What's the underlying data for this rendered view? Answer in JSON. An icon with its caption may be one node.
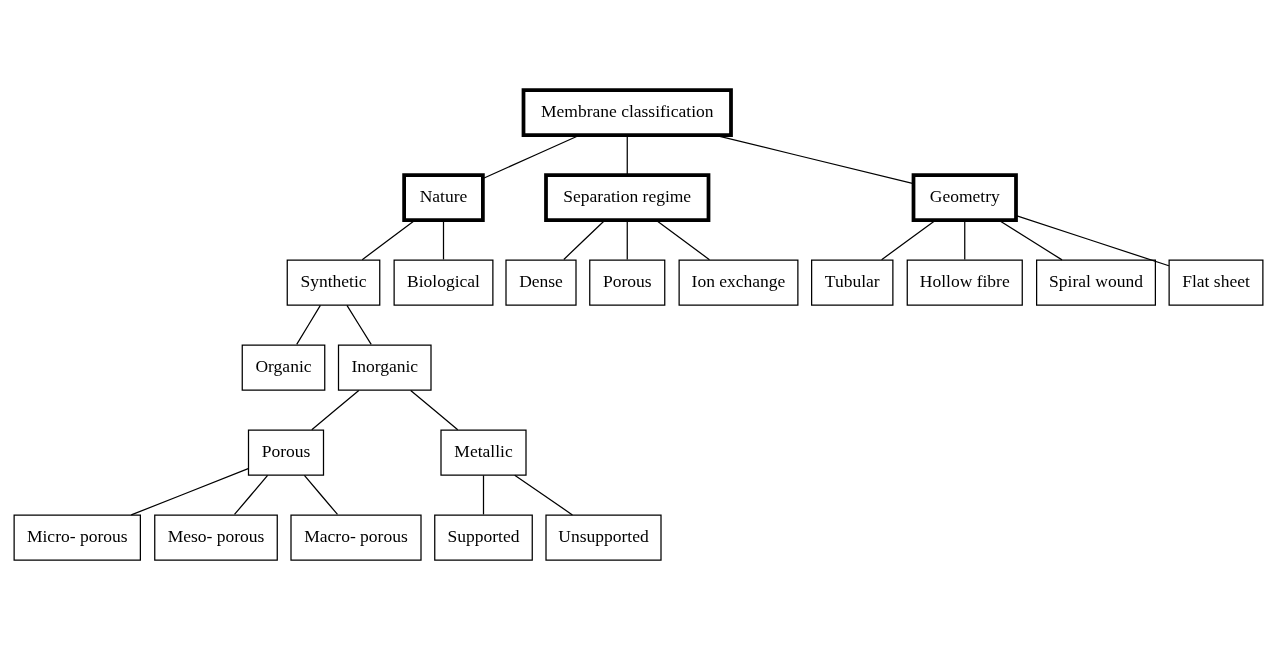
{
  "diagram": {
    "nodes": [
      {
        "text": [
          "Membrane classification"
        ]
      },
      {
        "text": [
          "Nature"
        ]
      },
      {
        "text": [
          "Separation regime"
        ]
      },
      {
        "text": [
          "Geometry"
        ]
      },
      {
        "text": [
          "Synthetic"
        ]
      },
      {
        "text": [
          "Biological"
        ]
      },
      {
        "text": [
          "Organic"
        ]
      },
      {
        "text": [
          "Inorganic"
        ]
      },
      {
        "text": [
          "Porous"
        ]
      },
      {
        "text": [
          "Metallic"
        ]
      },
      {
        "text": [
          "Micro- porous"
        ]
      },
      {
        "text": [
          "Meso- porous"
        ]
      },
      {
        "text": [
          "Macro- porous"
        ]
      },
      {
        "text": [
          "Supported"
        ]
      },
      {
        "text": [
          "Unsupported"
        ]
      },
      {
        "text": [
          "Dense"
        ]
      },
      {
        "text": [
          "Porous"
        ]
      },
      {
        "text": [
          "Ion exchange"
        ]
      },
      {
        "text": [
          "Tubular"
        ]
      },
      {
        "text": [
          "Hollow fibre"
        ]
      },
      {
        "text": [
          "Spiral wound"
        ]
      },
      {
        "text": [
          "Flat sheet"
        ]
      }
    ],
    "edges": [
      {
        "from": 0,
        "to": 1,
        "arrow": "none"
      },
      {
        "from": 0,
        "to": 2,
        "arrow": "none"
      },
      {
        "from": 0,
        "to": 3,
        "arrow": "none"
      },
      {
        "from": 1,
        "to": 4,
        "arrow": "none"
      },
      {
        "from": 1,
        "to": 5,
        "arrow": "none"
      },
      {
        "from": 4,
        "to": 6,
        "arrow": "none"
      },
      {
        "from": 4,
        "to": 7,
        "arrow": "none"
      },
      {
        "from": 7,
        "to": 8,
        "arrow": "none"
      },
      {
        "from": 7,
        "to": 9,
        "arrow": "none"
      },
      {
        "from": 8,
        "to": 10,
        "arrow": "none"
      },
      {
        "from": 8,
        "to": 11,
        "arrow": "none"
      },
      {
        "from": 8,
        "to": 12,
        "arrow": "none"
      },
      {
        "from": 9,
        "to": 13,
        "arrow": "none"
      },
      {
        "from": 9,
        "to": 14,
        "arrow": "none"
      },
      {
        "from": 2,
        "to": 15,
        "arrow": "none"
      },
      {
        "from": 2,
        "to": 16,
        "arrow": "none"
      },
      {
        "from": 2,
        "to": 17,
        "arrow": "none"
      },
      {
        "from": 3,
        "to": 18,
        "arrow": "none"
      },
      {
        "from": 3,
        "to": 19,
        "arrow": "none"
      },
      {
        "from": 3,
        "to": 20,
        "arrow": "none"
      },
      {
        "from": 3,
        "to": 21,
        "arrow": "none"
      }
    ]
  }
}
